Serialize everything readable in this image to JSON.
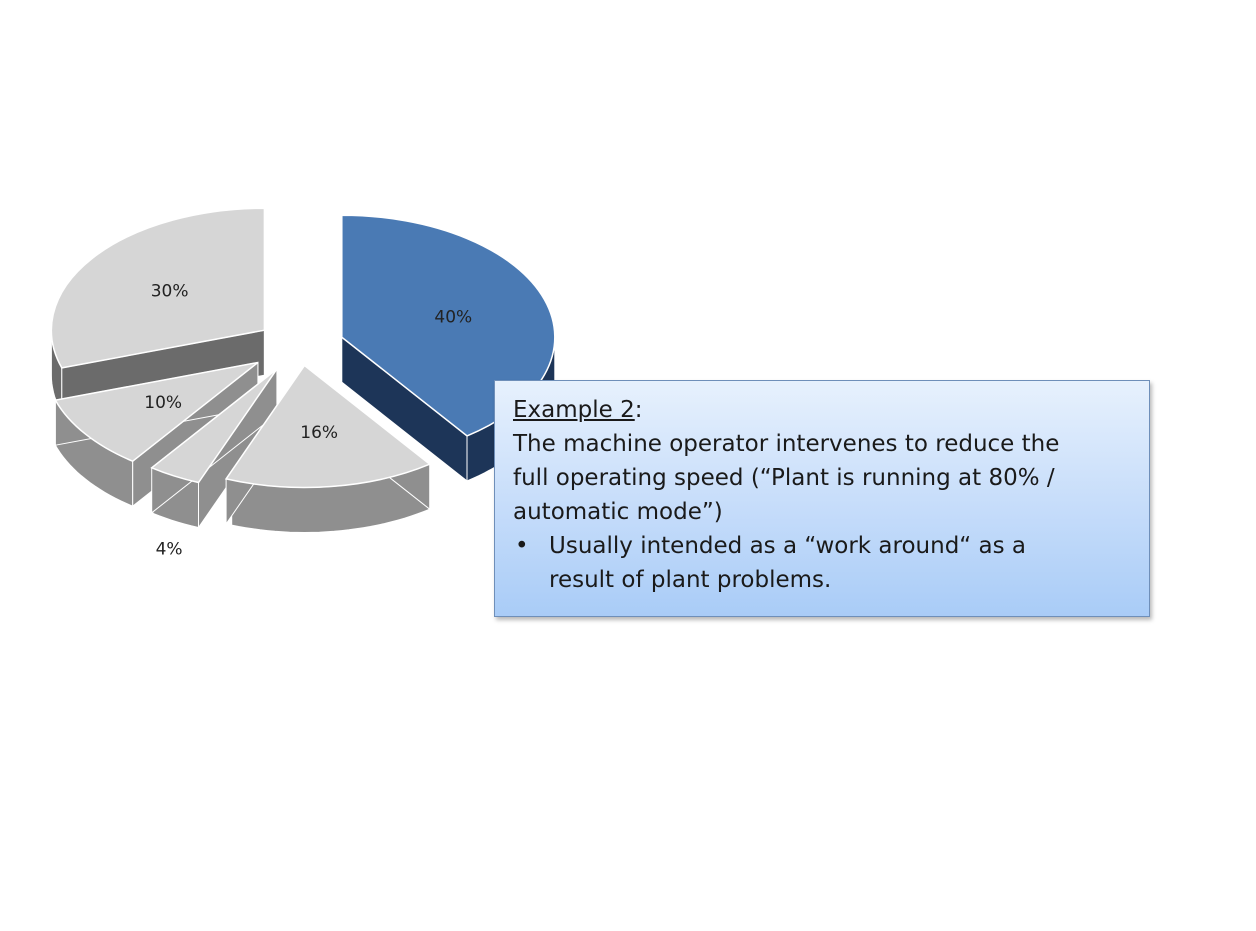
{
  "chart_data": {
    "type": "pie",
    "style": "3d-exploded",
    "slices": [
      {
        "label": "40%",
        "value": 40,
        "color": "#4a7ab4",
        "side_color": "#1d3558",
        "highlight": true
      },
      {
        "label": "16%",
        "value": 16,
        "color": "#d6d6d6",
        "side_color": "#8f8f8f"
      },
      {
        "label": "4%",
        "value": 4,
        "color": "#d6d6d6",
        "side_color": "#8f8f8f"
      },
      {
        "label": "10%",
        "value": 10,
        "color": "#d6d6d6",
        "side_color": "#8f8f8f"
      },
      {
        "label": "30%",
        "value": 30,
        "color": "#d6d6d6",
        "side_color": "#6b6b6b"
      }
    ],
    "title": "",
    "legend": "none"
  },
  "callout": {
    "title": "Example 2",
    "title_suffix": ":",
    "lines": [
      "The machine operator intervenes to reduce the",
      "full operating speed (“Plant is running at 80% /",
      "automatic mode”)"
    ],
    "bullet_symbol": "•",
    "bullets": [
      [
        "Usually intended as a “work around“ as a",
        "result of plant problems."
      ]
    ]
  }
}
